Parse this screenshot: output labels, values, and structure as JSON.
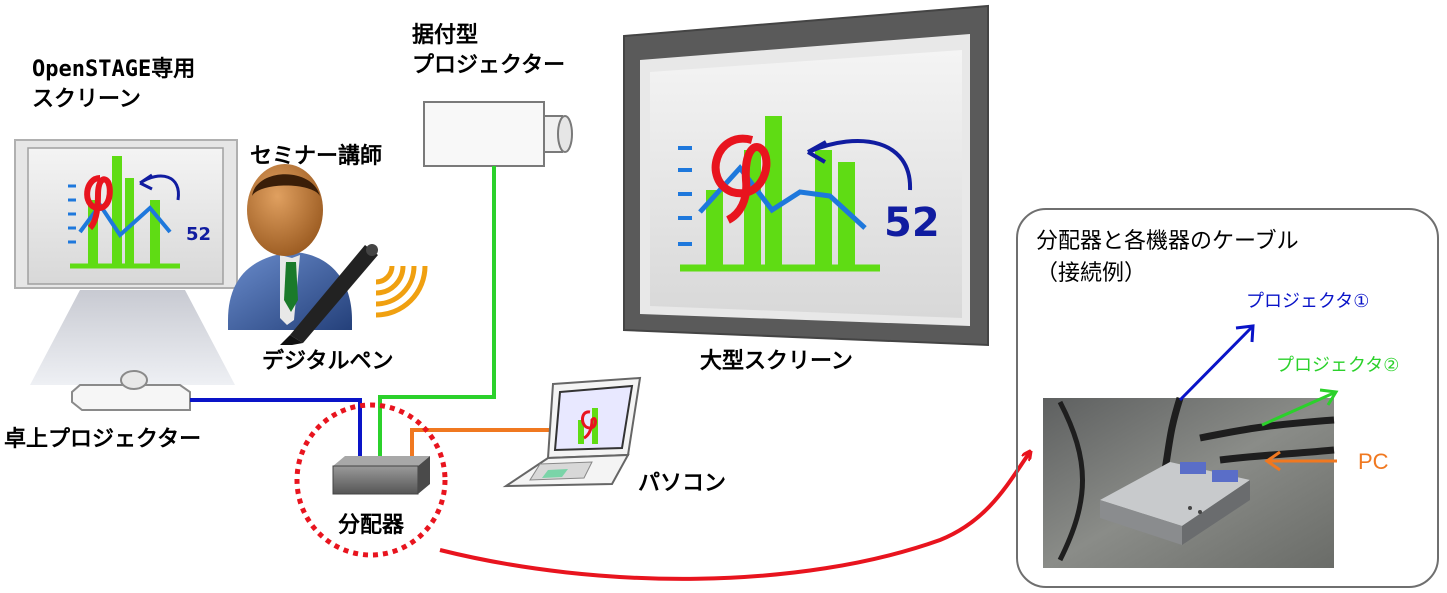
{
  "labels": {
    "openstage_screen_line1": "OpenSTAGE専用",
    "openstage_screen_line2": "スクリーン",
    "fixed_projector_line1": "据付型",
    "fixed_projector_line2": "プロジェクター",
    "seminar_lecturer": "セミナー講師",
    "digital_pen": "デジタルペン",
    "large_screen": "大型スクリーン",
    "desktop_projector": "卓上プロジェクター",
    "splitter": "分配器",
    "pc": "パソコン",
    "screen_number": "52"
  },
  "inset": {
    "title_line1": "分配器と各機器のケーブル",
    "title_line2": "（接続例）",
    "projector1": "プロジェクタ①",
    "projector2": "プロジェクタ②",
    "pc": "PC"
  },
  "colors": {
    "blue_cable": "#0a14c8",
    "green_cable": "#2bd12b",
    "orange_cable": "#f07820",
    "red_arrow": "#e8141e",
    "chart_green": "#5fdc14",
    "chart_line": "#1e78dc",
    "screen_frame": "#555555"
  }
}
